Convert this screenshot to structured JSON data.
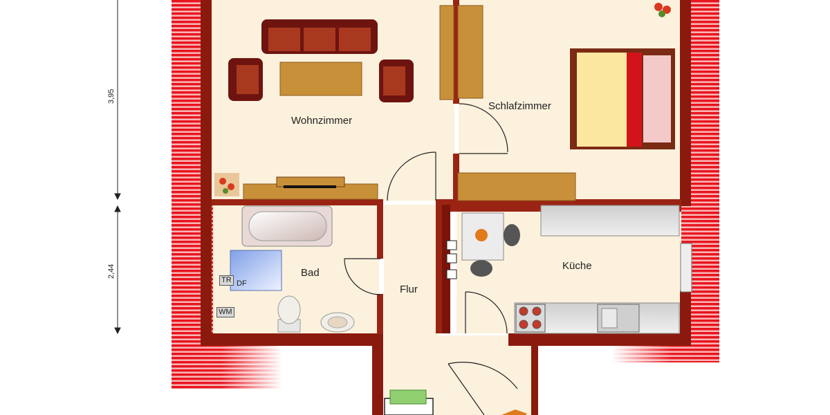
{
  "rooms": {
    "living": "Wohnzimmer",
    "bedroom": "Schlafzimmer",
    "bath": "Bad",
    "hall": "Flur",
    "kitchen": "Küche"
  },
  "dimensions": {
    "upper": "3,95",
    "lower": "2,44"
  },
  "fixtures": {
    "dryer": "TR",
    "shower": "DF",
    "washer": "WM"
  },
  "colors": {
    "roof_slope": "#e8101a",
    "wall": "#8b1a0e",
    "floor": "#fbf1dd",
    "sofa": "#6e1410",
    "wood": "#c9903a"
  }
}
